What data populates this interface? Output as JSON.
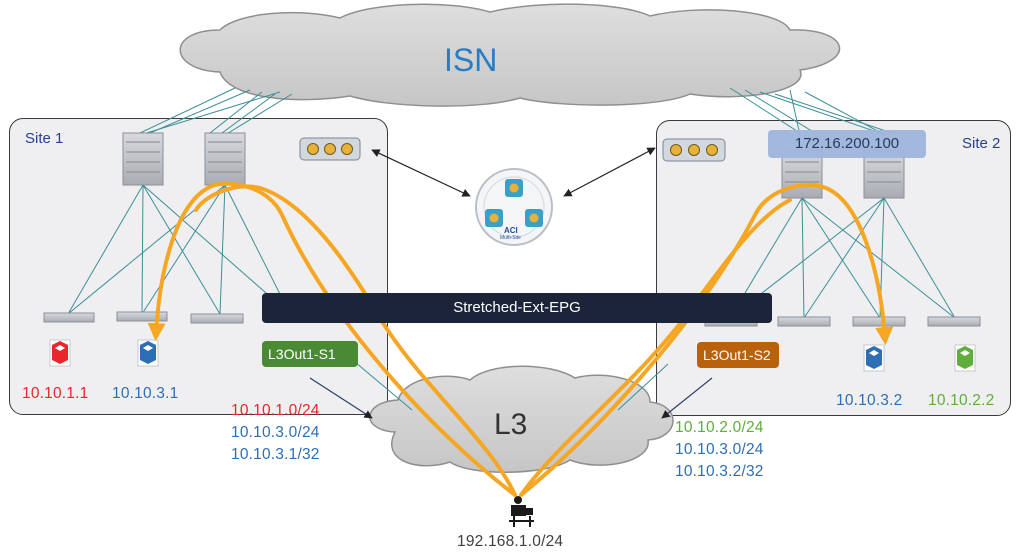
{
  "clouds": {
    "isn_label": "ISN",
    "l3_label": "L3"
  },
  "sites": [
    {
      "label": "Site 1"
    },
    {
      "label": "Site 2"
    }
  ],
  "stretched_epg_label": "Stretched-Ext-EPG",
  "l3outs": [
    {
      "label": "L3Out1-S1",
      "color": "#4a8a35"
    },
    {
      "label": "L3Out1-S2",
      "color": "#b8620e"
    }
  ],
  "spine_ip_label": "172.16.200.100",
  "endpoints_site1": [
    {
      "ip": "10.10.1.1",
      "color": "#e8262b"
    },
    {
      "ip": "10.10.3.1",
      "color": "#2c6fb5"
    }
  ],
  "endpoints_site2": [
    {
      "ip": "10.10.3.2",
      "color": "#2c6fb5"
    },
    {
      "ip": "10.10.2.2",
      "color": "#5fae3c"
    }
  ],
  "prefixes_site1": [
    "10.10.1.0/24",
    "10.10.3.0/24",
    "10.10.3.1/32"
  ],
  "prefixes_site2": [
    "10.10.2.0/24",
    "10.10.3.0/24",
    "10.10.3.2/32"
  ],
  "external_subnet": "192.168.1.0/24",
  "controller": {
    "title": "ACI",
    "subtitle": "Multi-Site"
  },
  "colors": {
    "path": "#f5a623",
    "link": "#3c8f96",
    "epg_bar": "#1b2438"
  },
  "icons": [
    "cloud-icon",
    "switch-icon",
    "controller-icon",
    "server-icon",
    "user-terminal-icon",
    "arrow-icon"
  ]
}
